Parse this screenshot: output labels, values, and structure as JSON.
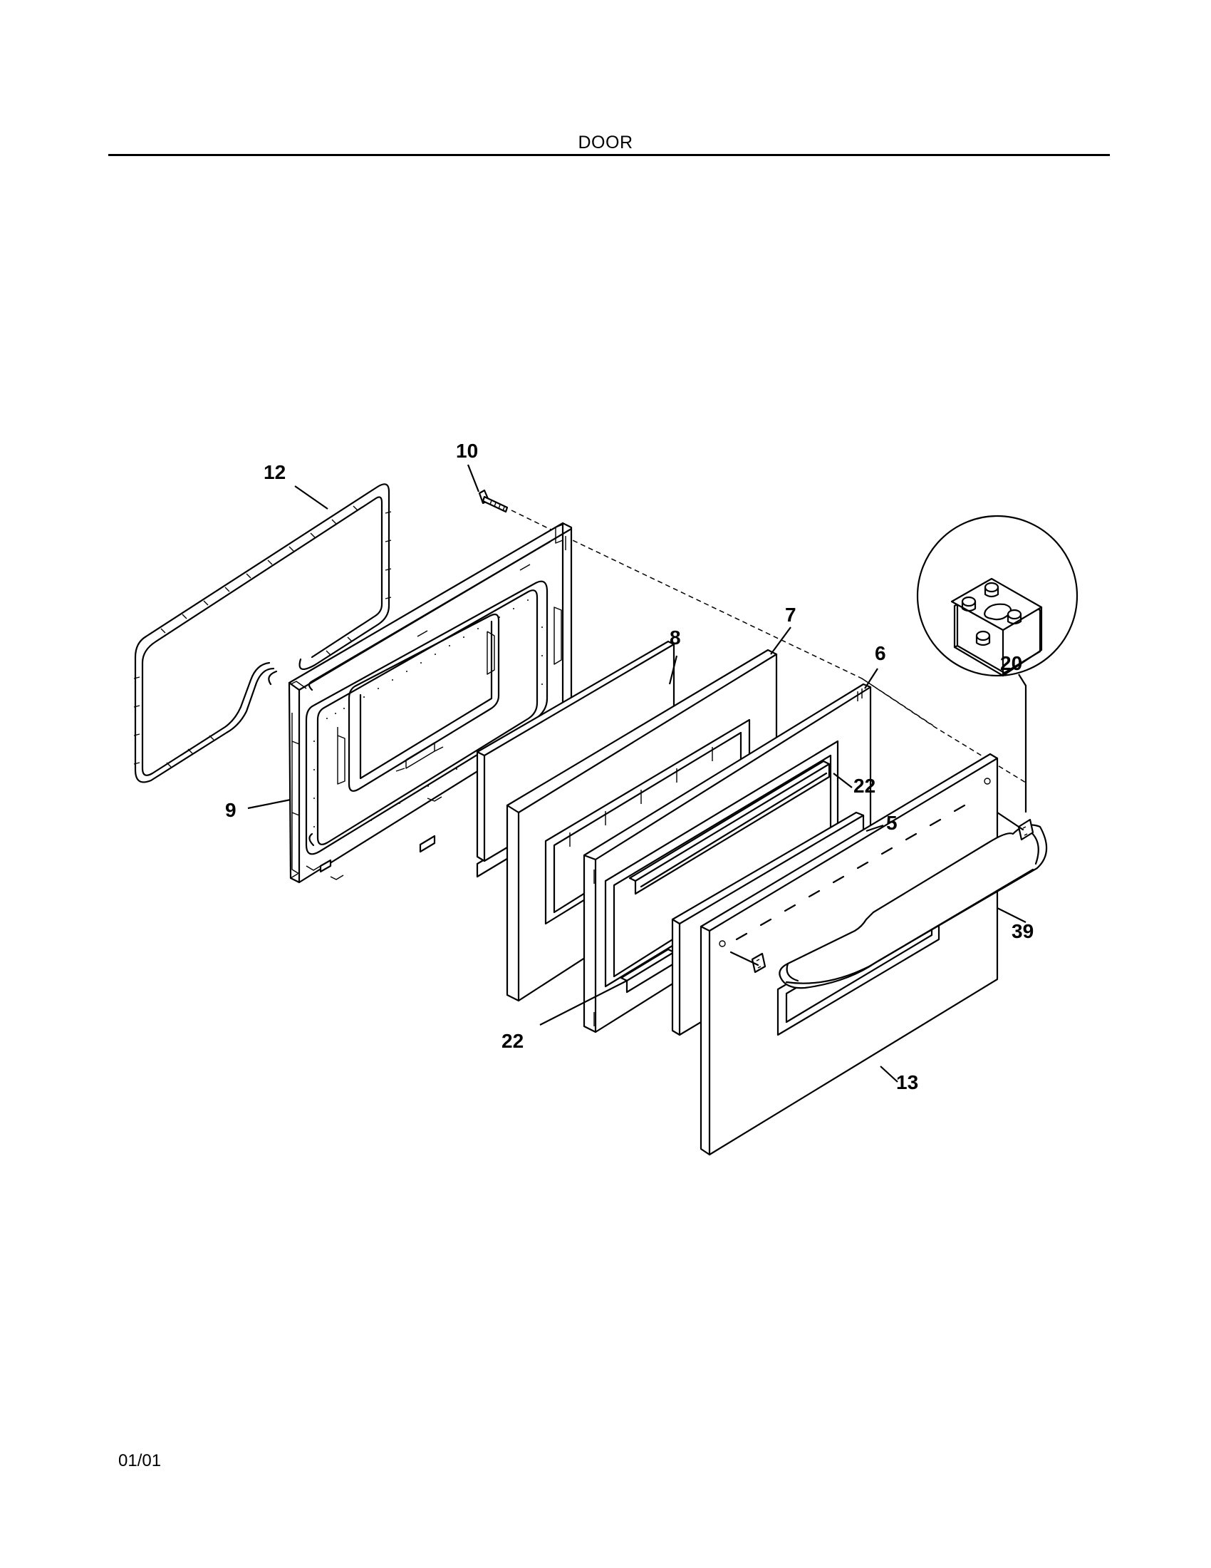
{
  "header": {
    "title": "DOOR"
  },
  "footer": {
    "date_code": "01/01"
  },
  "callouts": [
    {
      "id": "callout-12",
      "label": "12"
    },
    {
      "id": "callout-10",
      "label": "10"
    },
    {
      "id": "callout-8",
      "label": "8"
    },
    {
      "id": "callout-7",
      "label": "7"
    },
    {
      "id": "callout-6",
      "label": "6"
    },
    {
      "id": "callout-22-top",
      "label": "22"
    },
    {
      "id": "callout-5",
      "label": "5"
    },
    {
      "id": "callout-20",
      "label": "20"
    },
    {
      "id": "callout-9",
      "label": "9"
    },
    {
      "id": "callout-39",
      "label": "39"
    },
    {
      "id": "callout-22-bottom",
      "label": "22"
    },
    {
      "id": "callout-13",
      "label": "13"
    }
  ]
}
